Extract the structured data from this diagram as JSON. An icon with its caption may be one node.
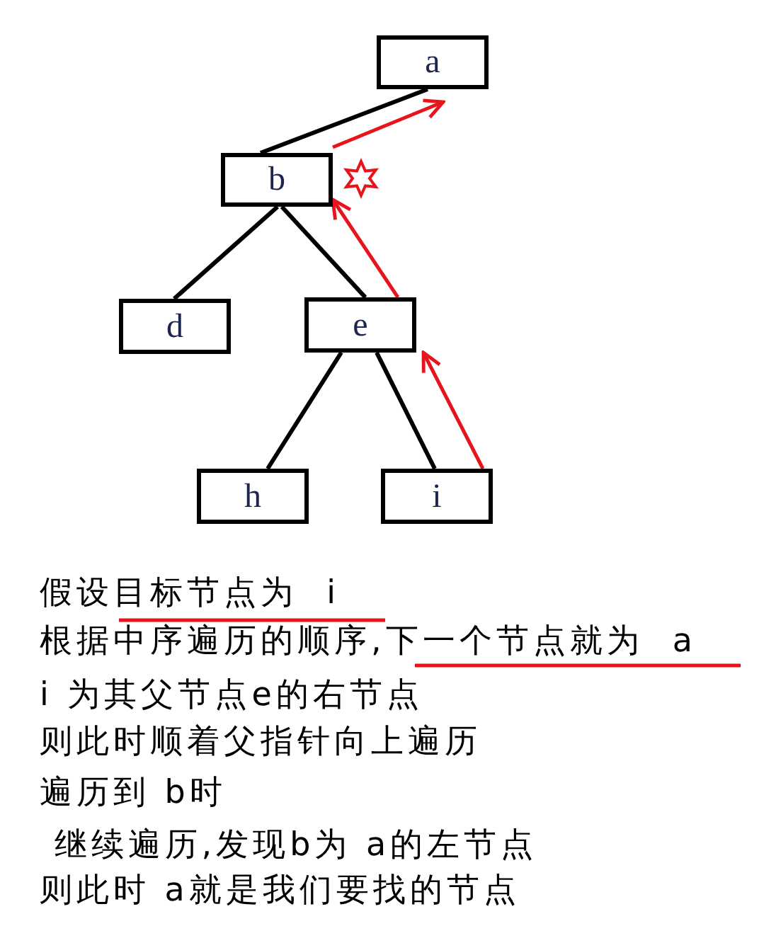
{
  "diagram": {
    "nodes": [
      {
        "text": [
          "a"
        ]
      },
      {
        "text": [
          "b"
        ]
      },
      {
        "text": [
          "d"
        ]
      },
      {
        "text": [
          "e"
        ]
      },
      {
        "text": [
          "h"
        ]
      },
      {
        "text": [
          "i"
        ]
      }
    ],
    "edges": [
      {
        "from": 0,
        "to": 1,
        "arrow": "none"
      },
      {
        "from": 1,
        "to": 2,
        "arrow": "none"
      },
      {
        "from": 1,
        "to": 3,
        "arrow": "none"
      },
      {
        "from": 3,
        "to": 4,
        "arrow": "none"
      },
      {
        "from": 3,
        "to": 5,
        "arrow": "none"
      },
      {
        "from": 5,
        "to": 3,
        "arrow": "to",
        "color": "#e8141c"
      },
      {
        "from": 3,
        "to": 1,
        "arrow": "to",
        "color": "#e8141c"
      },
      {
        "from": 1,
        "to": 0,
        "arrow": "to",
        "color": "#e8141c"
      }
    ],
    "labels": [
      "假设目标节点为  i",
      "根据中序遍历的顺序,下一个节点就为  a",
      "i 为其父节点e的右节点",
      "则此时顺着父指针向上遍历",
      "遍历到 b时",
      " 继续遍历,发现b为 a的左节点",
      "则此时 a就是我们要找的节点"
    ]
  }
}
